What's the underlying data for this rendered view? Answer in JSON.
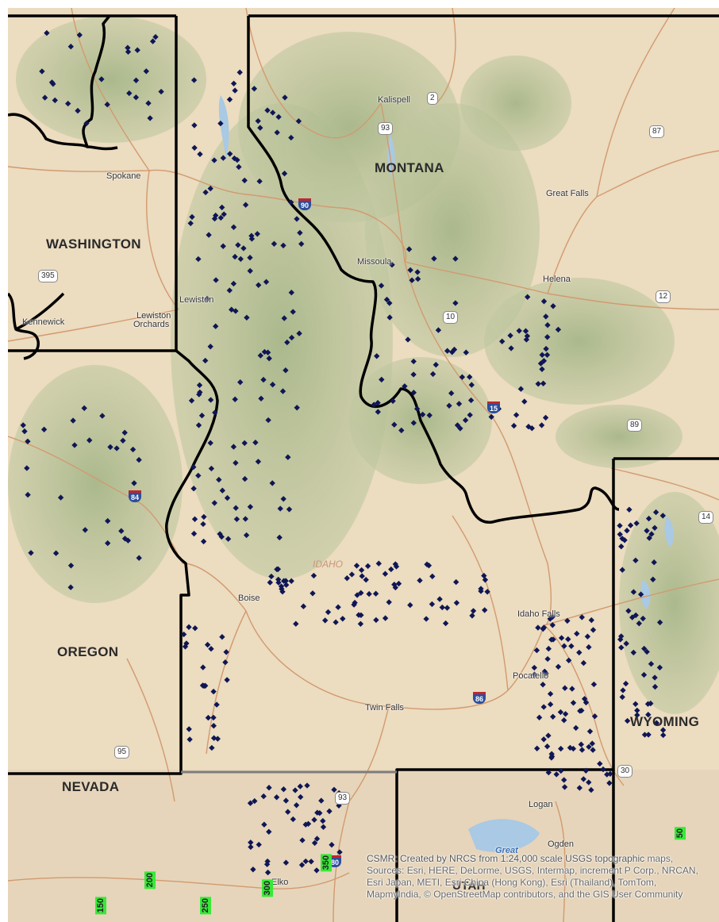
{
  "map": {
    "colors": {
      "land": "#ecdcc0",
      "forest": "#a8b98a",
      "water": "#a9c9e4",
      "roads": "#d29a6f",
      "border": "#000000",
      "points": "#0f1655",
      "contour_label_bg": "#39e839"
    },
    "states": {
      "washington": "WASHINGTON",
      "montana": "MONTANA",
      "oregon": "OREGON",
      "wyoming": "WYOMING",
      "nevada": "NEVADA",
      "idaho": "IDAHO",
      "utah": "UTAH"
    },
    "cities": {
      "kalispell": "Kalispell",
      "spokane": "Spokane",
      "great_falls": "Great Falls",
      "missoula": "Missoula",
      "helena": "Helena",
      "lewiston1": "Lewiston",
      "lewiston2": "Lewiston",
      "orchards": "Orchards",
      "kennewick": "Kennewick",
      "boise": "Boise",
      "idaho_falls": "Idaho Falls",
      "pocatello": "Pocatello",
      "twin_falls": "Twin Falls",
      "elko": "Elko",
      "logan": "Logan",
      "ogden": "Ogden",
      "great_lake": "Great"
    },
    "shields": {
      "us2": "2",
      "us93n": "93",
      "us87": "87",
      "us395": "395",
      "us12": "12",
      "us10": "10",
      "us89": "89",
      "us14": "14",
      "us95": "95",
      "us30": "30",
      "us93s": "93"
    },
    "interstates": {
      "i90": "90",
      "i15": "15",
      "i84": "84",
      "i86": "86",
      "i80": "80"
    },
    "contours": {
      "c150": "150",
      "c200": "200",
      "c250": "250",
      "c300": "300",
      "c350": "350",
      "c50": "50"
    },
    "credits": {
      "line1": "CSMR: Created by NRCS from 1:24,000 scale USGS topographic",
      "rest": "maps, Sources: Esri, HERE, DeLorme, USGS, Intermap, increment P Corp., NRCAN, Esri Japan, METI, Esri China (Hong Kong), Esri (Thailand), TomTom, MapmyIndia, © OpenStreetMap contributors, and the GIS User Community"
    }
  }
}
